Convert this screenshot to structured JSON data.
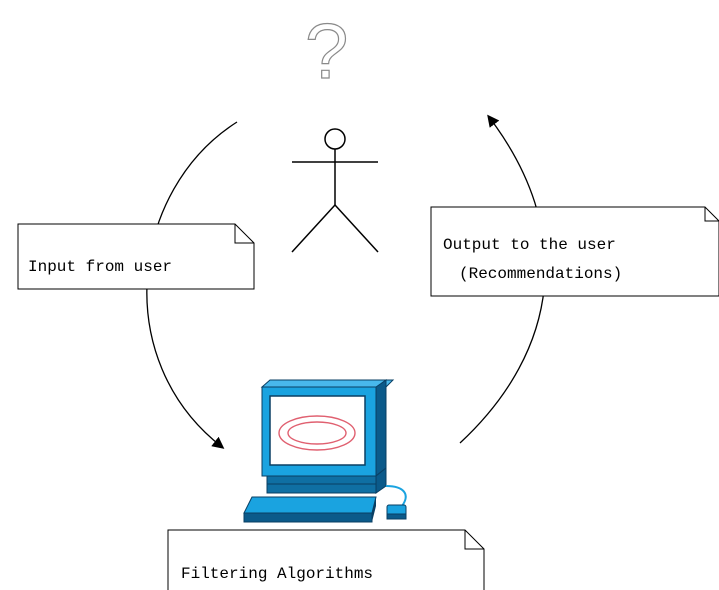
{
  "diagram": {
    "icons": {
      "question": "question-mark-icon",
      "user": "stick-figure-icon",
      "computer": "computer-icon"
    },
    "question_glyph": "?",
    "notes": {
      "input": {
        "lines": [
          "Input from user"
        ]
      },
      "output": {
        "lines": [
          "Output to the user",
          "(Recommendations)"
        ]
      },
      "filtering": {
        "lines": [
          "Filtering Algorithms"
        ]
      }
    },
    "colors": {
      "monitor_front": "#1aa3e0",
      "monitor_side": "#0b5a8a",
      "monitor_top": "#48b8ec",
      "screen_ellipse": "#e06070",
      "line": "#000000"
    }
  }
}
